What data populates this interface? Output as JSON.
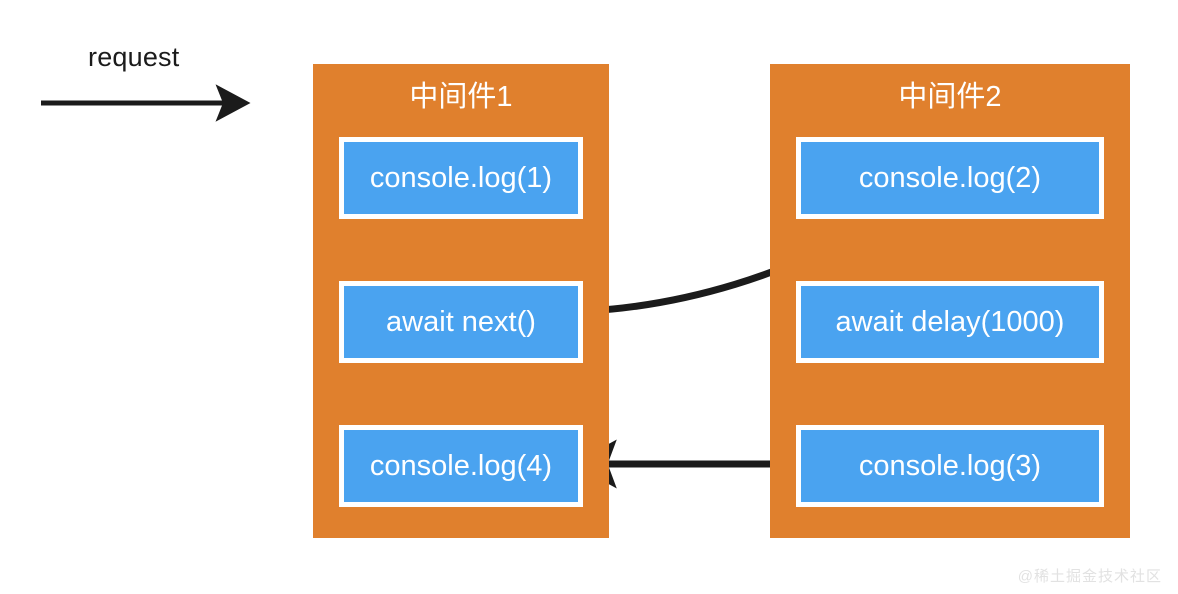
{
  "diagram": {
    "title_text": "request",
    "background_color": "#ffffff",
    "panel_color": "#e0802d",
    "box_color": "#4aa3f0",
    "box_border_color": "#ffffff",
    "arrow_color": "#1b1b1b",
    "text_color": "#ffffff"
  },
  "entry": {
    "label": "request"
  },
  "panels": [
    {
      "id": "middleware-1",
      "title": "中间件1",
      "steps": [
        {
          "label": "console.log(1)"
        },
        {
          "label": "await next()"
        },
        {
          "label": "console.log(4)"
        }
      ]
    },
    {
      "id": "middleware-2",
      "title": "中间件2",
      "steps": [
        {
          "label": "console.log(2)"
        },
        {
          "label": "await delay(1000)"
        },
        {
          "label": "console.log(3)"
        }
      ]
    }
  ],
  "watermark": {
    "text": "@稀土掘金技术社区"
  }
}
